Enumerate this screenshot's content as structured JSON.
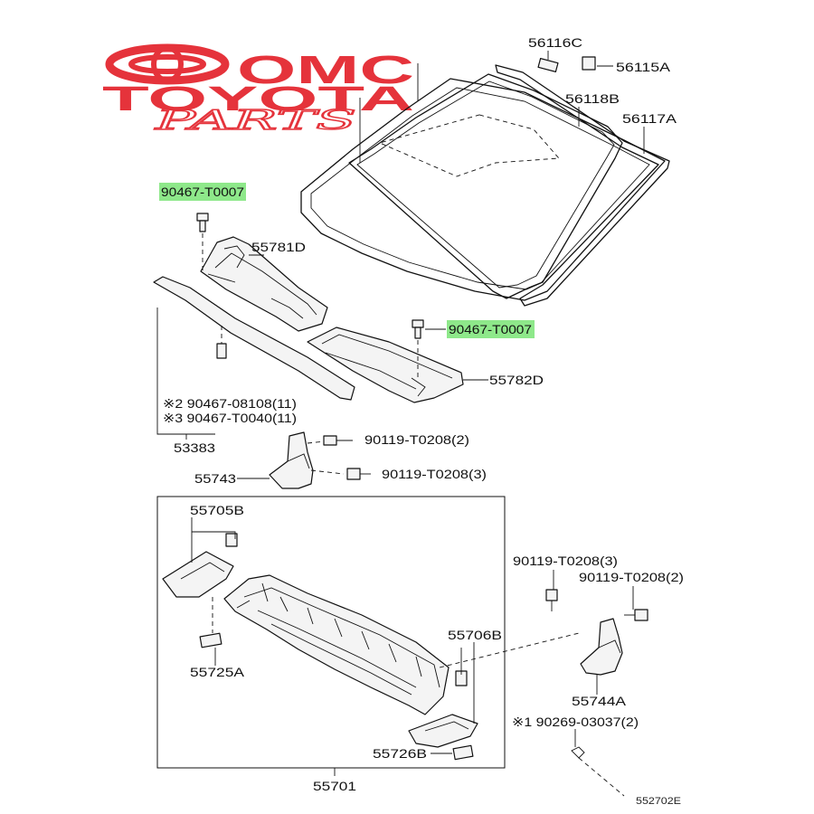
{
  "brand": {
    "line1": "OMC",
    "line2": "TOYOTA",
    "line3": "PARTS",
    "color": "#e5333b"
  },
  "highlight_color": "#8ee88a",
  "labels": {
    "p56116C": "56116C",
    "p56115A": "56115A",
    "p56118B": "56118B",
    "p56117A": "56117A",
    "p90467_T0007_a": "90467-T0007",
    "p55781D": "55781D",
    "p90467_T0007_b": "90467-T0007",
    "p55782D": "55782D",
    "p90467_08108": "※2 90467-08108(11)",
    "p90467_T0040": "※3 90467-T0040(11)",
    "p53383": "53383",
    "p90119_T0208_2a": "90119-T0208(2)",
    "p55743": "55743",
    "p90119_T0208_3a": "90119-T0208(3)",
    "p55705B": "55705B",
    "p55725A": "55725A",
    "p55706B": "55706B",
    "p55726B": "55726B",
    "p55701": "55701",
    "p90119_T0208_3b": "90119-T0208(3)",
    "p90119_T0208_2b": "90119-T0208(2)",
    "p55744A": "55744A",
    "p90269_03037": "※1 90269-03037(2)",
    "fig": "552702E"
  }
}
